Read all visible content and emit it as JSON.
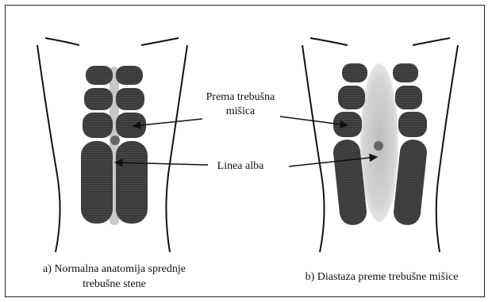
{
  "labels": {
    "muscle_line1": "Prema trebušna",
    "muscle_line2": "mišica",
    "linea": "Linea alba"
  },
  "captions": {
    "a_line1": "a) Normalna anatomija sprednje",
    "a_line2": "trebušne stene",
    "b": "b) Diastaza preme trebušne mišice"
  },
  "colors": {
    "muscle": "#3a3a3a",
    "linea_alba": "#c8c8c8",
    "navel": "#666666",
    "outline": "#111111"
  }
}
